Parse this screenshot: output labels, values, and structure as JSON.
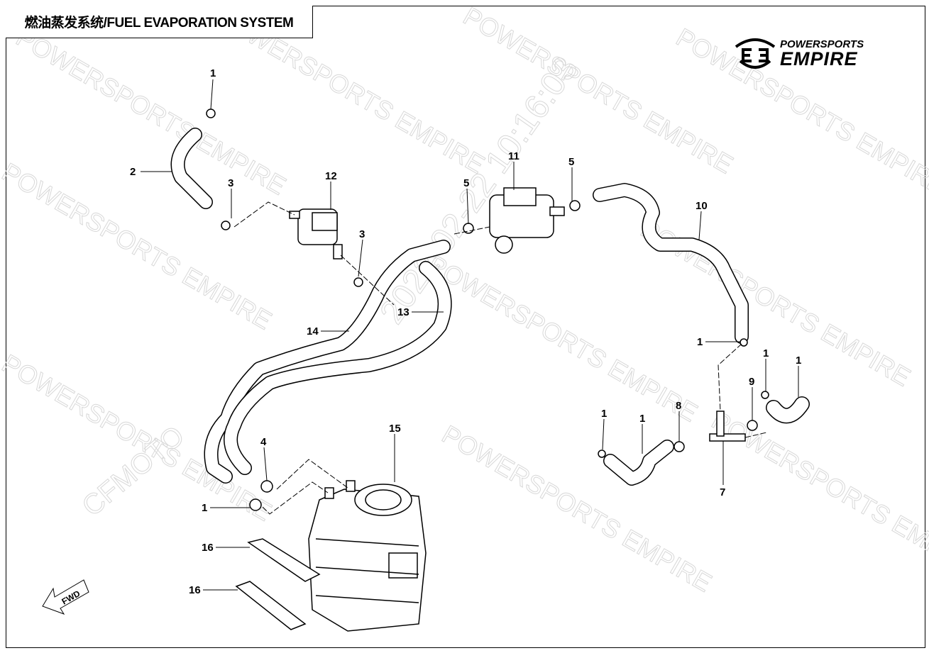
{
  "title": "燃油蒸发系统/FUEL EVAPORATION SYSTEM",
  "logo": {
    "line1": "POWERSPORTS",
    "line2": "EMPIRE"
  },
  "watermark": {
    "brand": "POWERSPORTS EMPIRE",
    "maker": "CFMOTO",
    "timestamp": "2022-02-22 10:16:03"
  },
  "fwd_label": "FWD",
  "callouts": [
    "1",
    "2",
    "3",
    "12",
    "3",
    "5",
    "11",
    "5",
    "10",
    "13",
    "14",
    "1",
    "1",
    "1",
    "9",
    "8",
    "1",
    "1",
    "7",
    "15",
    "4",
    "1",
    "16",
    "16"
  ]
}
